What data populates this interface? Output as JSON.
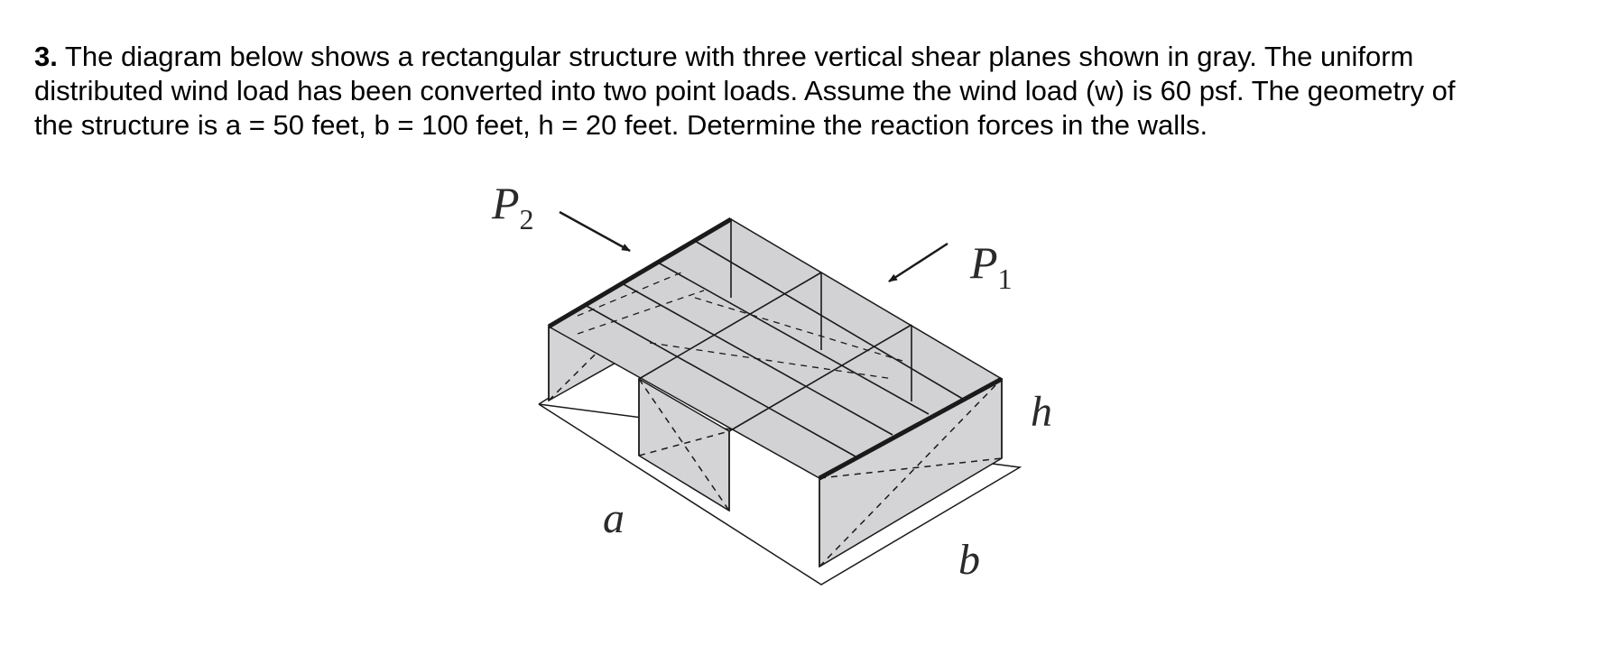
{
  "problem": {
    "number": "3.",
    "lines": [
      " The diagram below shows a rectangular structure with three vertical shear planes shown in gray. The uniform",
      "distributed wind load has been converted into two point loads. Assume the wind load (w) is 60 psf. The geometry of",
      "the structure is a = 50 feet, b = 100 feet, h = 20 feet. Determine the reaction forces in the walls."
    ]
  },
  "diagram": {
    "load_p2": {
      "letter": "P",
      "subscript": "2"
    },
    "load_p1": {
      "letter": "P",
      "subscript": "1"
    },
    "dim_a": "a",
    "dim_b": "b",
    "dim_h": "h"
  },
  "colors": {
    "text": "#000000",
    "line": "#1a1a1a",
    "shear_plane_gray": "#d4d4d6",
    "base_white": "#ffffff"
  }
}
